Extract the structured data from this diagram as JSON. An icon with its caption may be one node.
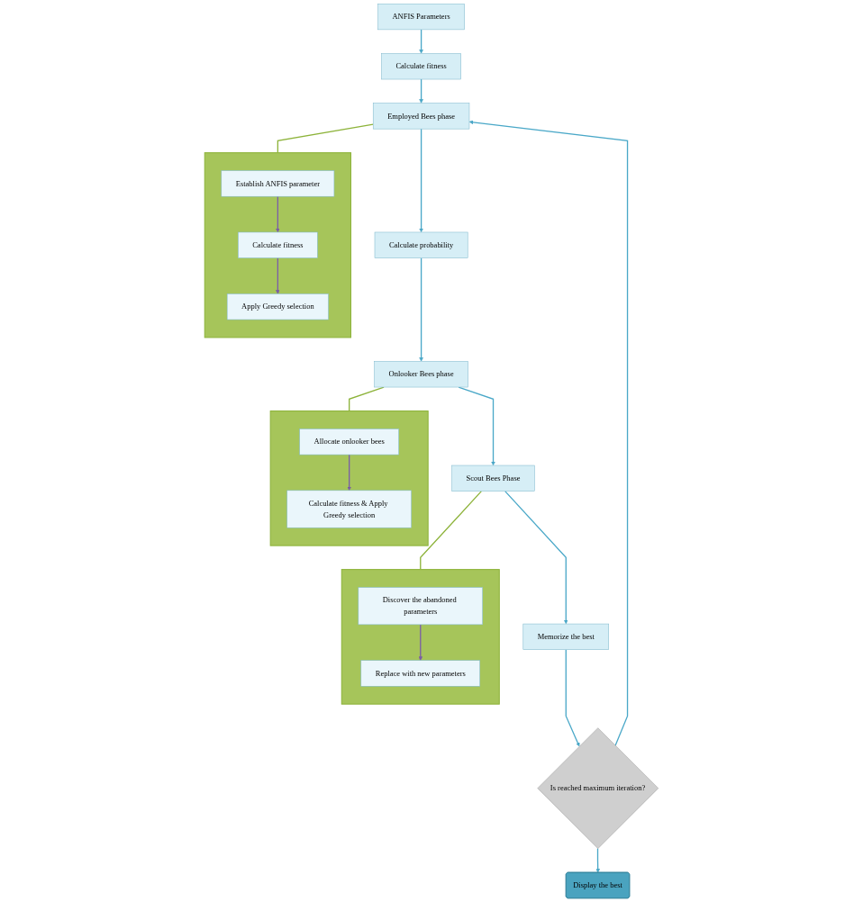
{
  "diagram": {
    "nodes": [
      {
        "text": [
          "ANFIS Parameters"
        ]
      },
      {
        "text": [
          "Calculate fitness"
        ]
      },
      {
        "text": [
          "Employed Bees phase"
        ]
      },
      {
        "text": [
          "Calculate probability"
        ]
      },
      {
        "text": [
          "Onlooker Bees phase"
        ]
      },
      {
        "text": [
          "Scout Bees Phase"
        ]
      },
      {
        "text": [
          "Memorize the best"
        ]
      },
      {
        "text": [
          "Is reached maximum iteration?"
        ]
      },
      {
        "text": [
          "Display the best"
        ]
      },
      {
        "text": [],
        "shape": "box"
      },
      {
        "text": [
          "Establish ANFIS parameter"
        ],
        "in": 9
      },
      {
        "text": [
          "Calculate fitness"
        ],
        "in": 9
      },
      {
        "text": [
          "Apply Greedy selection"
        ],
        "in": 9
      },
      {
        "text": [],
        "shape": "box"
      },
      {
        "text": [
          "Allocate onlooker bees"
        ],
        "in": 13
      },
      {
        "text": [
          "Calculate fitness & Apply Greedy selection"
        ],
        "in": 13
      },
      {
        "text": [],
        "shape": "box"
      },
      {
        "text": [
          "Discover the abandoned parameters"
        ],
        "in": 16
      },
      {
        "text": [
          "Replace with new parameters"
        ],
        "in": 16
      }
    ],
    "edges": [
      {
        "from": 0,
        "to": 1,
        "arrow": "to"
      },
      {
        "from": 1,
        "to": 2,
        "arrow": "to"
      },
      {
        "from": 2,
        "to": 3,
        "arrow": "to"
      },
      {
        "from": 3,
        "to": 4,
        "arrow": "to"
      },
      {
        "from": 4,
        "to": 5,
        "arrow": "to"
      },
      {
        "from": 5,
        "to": 6,
        "arrow": "to"
      },
      {
        "from": 6,
        "to": 7,
        "arrow": "to"
      },
      {
        "from": 7,
        "to": 8,
        "arrow": "to"
      },
      {
        "from": 7,
        "to": 2,
        "arrow": "to"
      },
      {
        "from": 2,
        "to": 9,
        "arrow": "none",
        "color": "#8db33a"
      },
      {
        "from": 4,
        "to": 13,
        "arrow": "none",
        "color": "#8db33a"
      },
      {
        "from": 5,
        "to": 16,
        "arrow": "none",
        "color": "#8db33a"
      },
      {
        "from": 10,
        "to": 11,
        "arrow": "to",
        "color": "#7b5ea7"
      },
      {
        "from": 11,
        "to": 12,
        "arrow": "to",
        "color": "#7b5ea7"
      },
      {
        "from": 14,
        "to": 15,
        "arrow": "to",
        "color": "#7b5ea7"
      },
      {
        "from": 17,
        "to": 18,
        "arrow": "to",
        "color": "#7b5ea7"
      }
    ]
  }
}
